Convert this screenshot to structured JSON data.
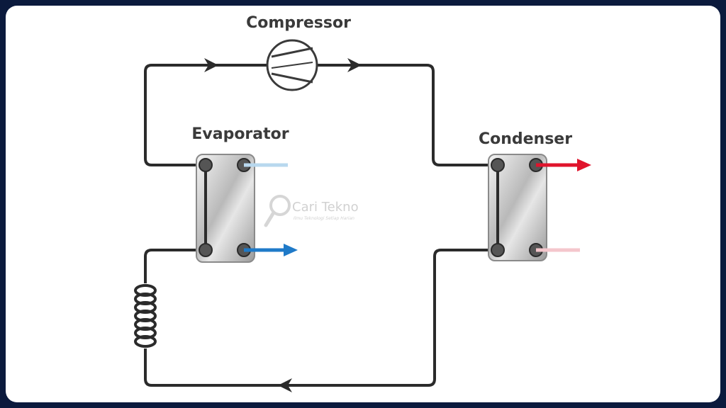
{
  "diagram": {
    "labels": {
      "compressor": "Compressor",
      "evaporator": "Evaporator",
      "condenser": "Condenser"
    },
    "watermark": {
      "brand": "Cari Tekno",
      "tagline": "Ilmu Teknologi Setiap Harian"
    },
    "colors": {
      "pipe": "#2b2b2b",
      "hot_fluid": "#e0142c",
      "cold_fluid": "#1f7ac8",
      "frame_border": "#0b1a3d"
    }
  }
}
